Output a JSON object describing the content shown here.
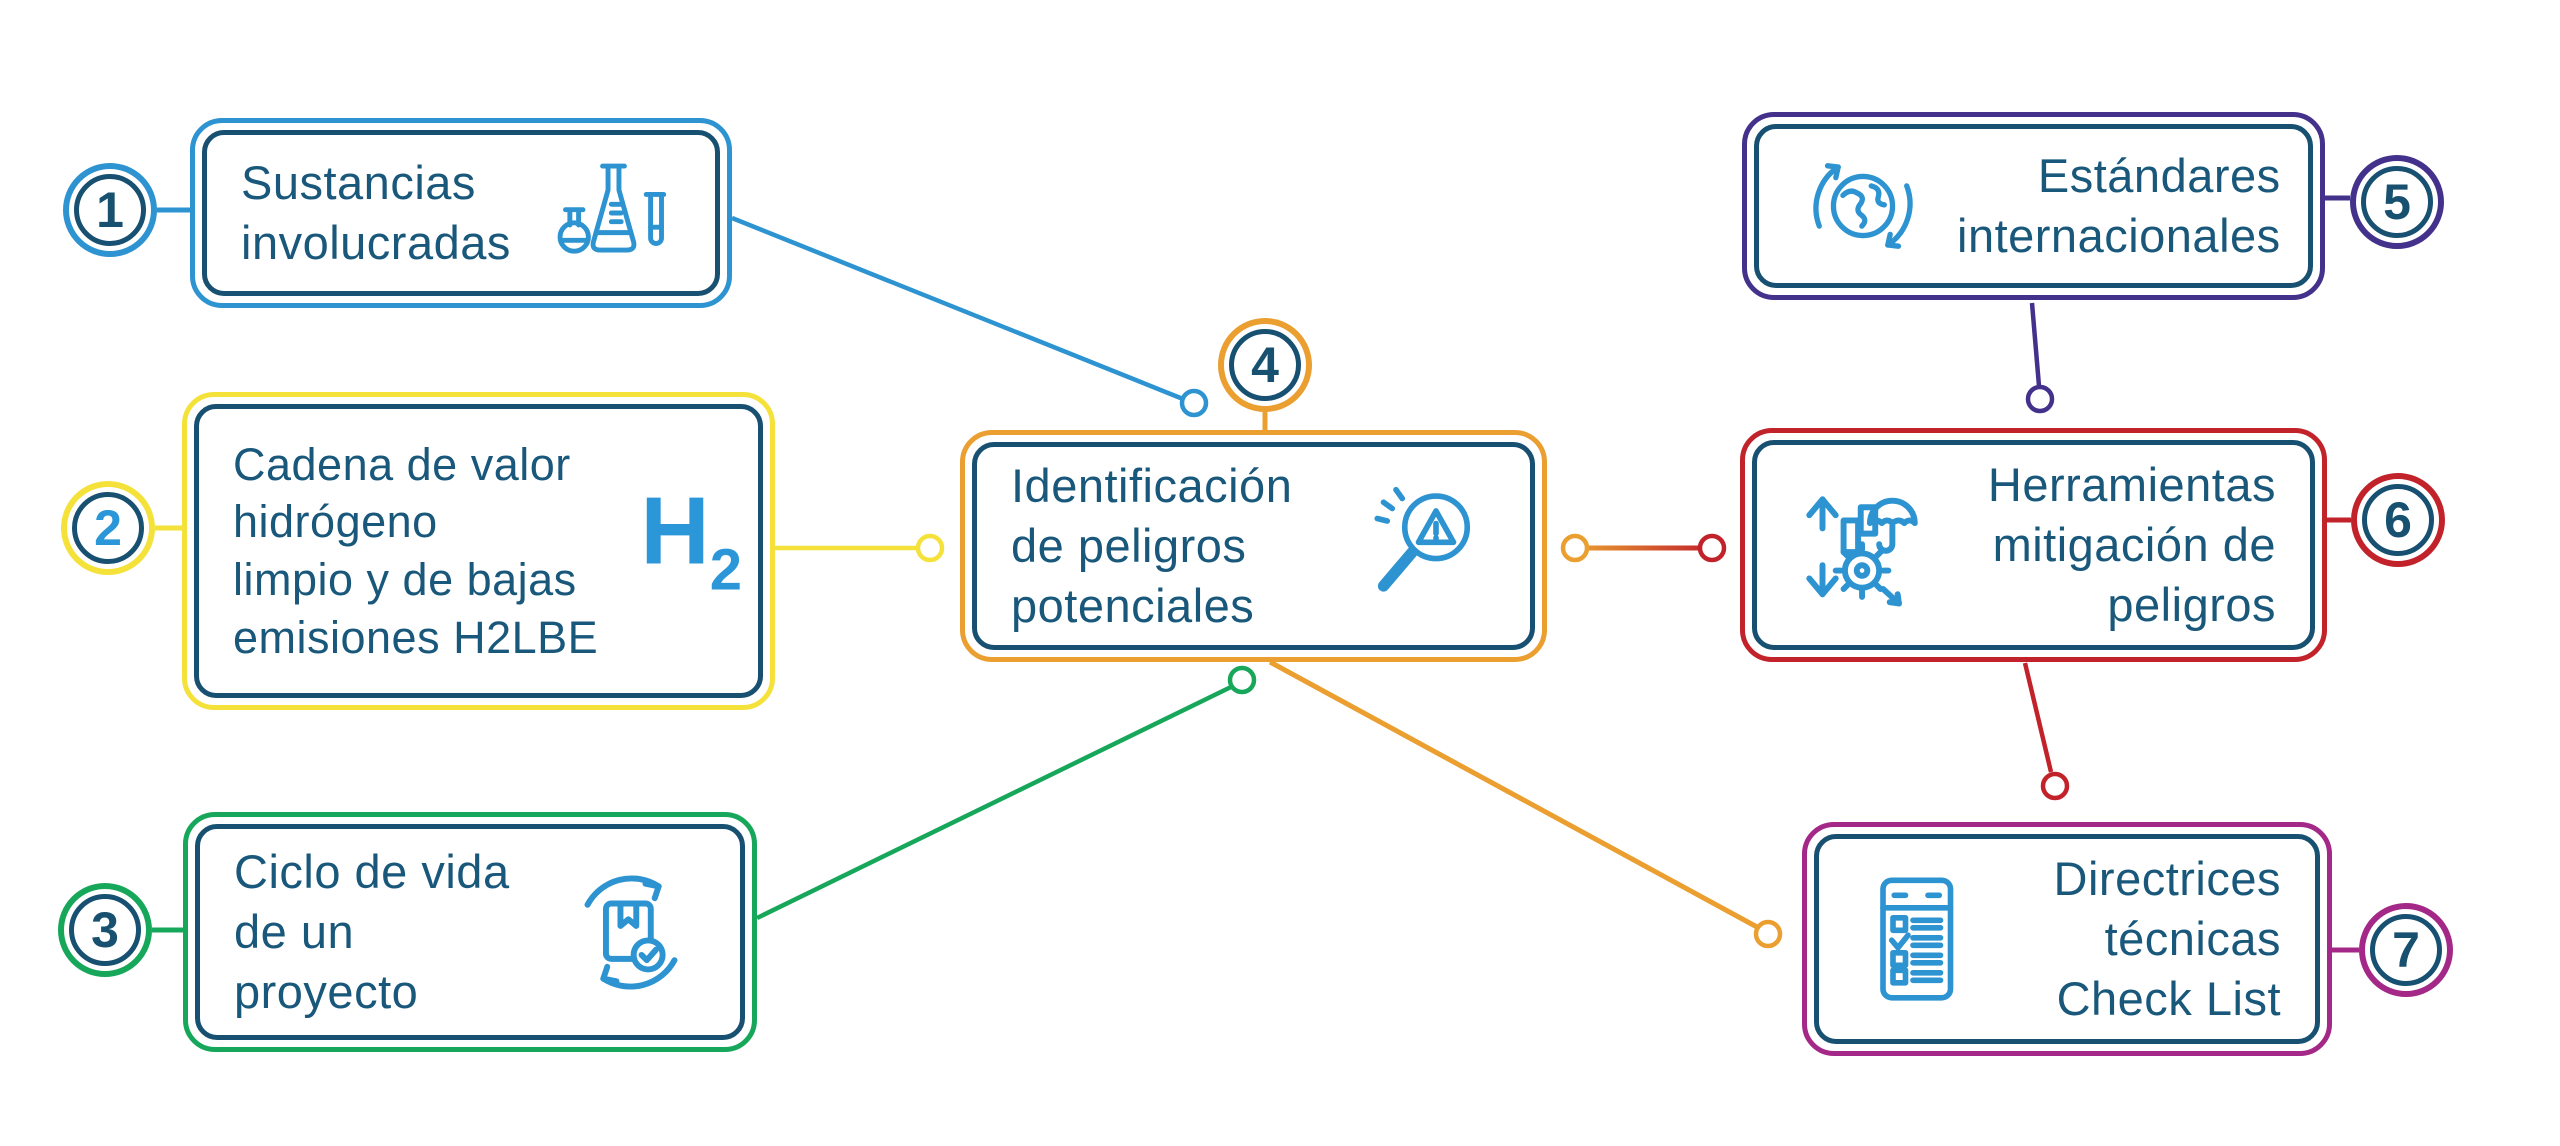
{
  "palette": {
    "text_color": "#19587B",
    "inner_border_color": "#175070",
    "icon_blue": "#2D93D1",
    "h2_blue": "#2B96D8"
  },
  "nodes": [
    {
      "number": "1",
      "accent": "#2D93D1",
      "lines": [
        "Sustancias",
        "involucradas"
      ],
      "icon": "chemistry-flasks-icon",
      "align": "left"
    },
    {
      "number": "2",
      "accent": "#F4E23B",
      "number_color": "#2B96D8",
      "lines": [
        "Cadena de valor",
        "hidrógeno",
        "limpio y de bajas",
        "emisiones H2LBE"
      ],
      "h2_symbol": {
        "main": "H",
        "sub": "2"
      },
      "align": "left"
    },
    {
      "number": "3",
      "accent": "#17A75B",
      "lines": [
        "Ciclo de vida",
        "de un",
        "proyecto"
      ],
      "icon": "lifecycle-icon",
      "align": "left"
    },
    {
      "number": "4",
      "accent": "#EA9F30",
      "lines": [
        "Identificación",
        "de peligros",
        "potenciales"
      ],
      "icon": "hazard-magnifier-icon",
      "align": "left"
    },
    {
      "number": "5",
      "accent": "#43318B",
      "lines": [
        "Estándares",
        "internacionales"
      ],
      "icon": "globe-icon",
      "align": "right"
    },
    {
      "number": "6",
      "accent": "#C2232B",
      "lines": [
        "Herramientas",
        "mitigación de",
        "peligros"
      ],
      "icon": "mitigation-tools-icon",
      "align": "right"
    },
    {
      "number": "7",
      "accent": "#A32888",
      "lines": [
        "Directrices",
        "técnicas",
        "Check List"
      ],
      "icon": "checklist-icon",
      "align": "right"
    }
  ],
  "connectors": [
    {
      "from": "node-1",
      "to": "node-4",
      "color": "#2D93D1",
      "endpoint": "circle-near-node-4-top"
    },
    {
      "from": "node-2",
      "to": "node-4",
      "color": "#F4E23B",
      "endpoint": "circle-at-node-4-left"
    },
    {
      "from": "node-3",
      "to": "node-4",
      "color": "#17A75B",
      "endpoint": "circle-below-node-4"
    },
    {
      "from": "node-4",
      "to": "node-6",
      "color_start": "#EA9F30",
      "color_end": "#C2232B",
      "endpoint": "circles-both-ends"
    },
    {
      "from": "node-4",
      "to": "node-7",
      "color": "#EA9F30",
      "endpoint": "circle-at-node-7-left"
    },
    {
      "from": "node-5",
      "to": "node-6",
      "color": "#43318B",
      "endpoint": "circle-above-node-6"
    },
    {
      "from": "node-6",
      "to": "node-7",
      "color": "#C2232B",
      "endpoint": "circle-above-node-7"
    }
  ]
}
